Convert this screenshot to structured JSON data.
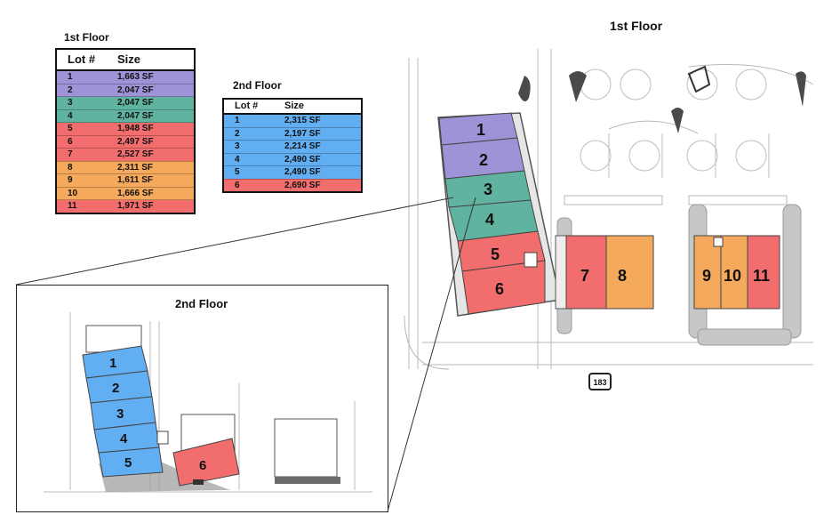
{
  "first_floor": {
    "table_heading": "1st Floor",
    "plan_heading": "1st Floor",
    "col_lot": "Lot #",
    "col_size": "Size",
    "rows": [
      {
        "lot": "1",
        "size": "1,663 SF",
        "color": "#9f93d8"
      },
      {
        "lot": "2",
        "size": "2,047 SF",
        "color": "#9f93d8"
      },
      {
        "lot": "3",
        "size": "2,047 SF",
        "color": "#5fb39f"
      },
      {
        "lot": "4",
        "size": "2,047 SF",
        "color": "#5fb39f"
      },
      {
        "lot": "5",
        "size": "1,948 SF",
        "color": "#f26d6d"
      },
      {
        "lot": "6",
        "size": "2,497 SF",
        "color": "#f26d6d"
      },
      {
        "lot": "7",
        "size": "2,527 SF",
        "color": "#f26d6d"
      },
      {
        "lot": "8",
        "size": "2,311 SF",
        "color": "#f5a95c"
      },
      {
        "lot": "9",
        "size": "1,611 SF",
        "color": "#f5a95c"
      },
      {
        "lot": "10",
        "size": "1,666 SF",
        "color": "#f5a95c"
      },
      {
        "lot": "11",
        "size": "1,971 SF",
        "color": "#f26d6d"
      }
    ],
    "units": [
      {
        "label": "1",
        "color": "#9f93d8"
      },
      {
        "label": "2",
        "color": "#9f93d8"
      },
      {
        "label": "3",
        "color": "#5fb39f"
      },
      {
        "label": "4",
        "color": "#5fb39f"
      },
      {
        "label": "5",
        "color": "#f26d6d"
      },
      {
        "label": "6",
        "color": "#f26d6d"
      },
      {
        "label": "7",
        "color": "#f26d6d"
      },
      {
        "label": "8",
        "color": "#f5a95c"
      },
      {
        "label": "9",
        "color": "#f5a95c"
      },
      {
        "label": "10",
        "color": "#f5a95c"
      },
      {
        "label": "11",
        "color": "#f26d6d"
      }
    ],
    "highway_sign": "183"
  },
  "second_floor": {
    "table_heading": "2nd Floor",
    "plan_heading": "2nd Floor",
    "col_lot": "Lot #",
    "col_size": "Size",
    "rows": [
      {
        "lot": "1",
        "size": "2,315 SF",
        "color": "#62aef2"
      },
      {
        "lot": "2",
        "size": "2,197 SF",
        "color": "#62aef2"
      },
      {
        "lot": "3",
        "size": "2,214 SF",
        "color": "#62aef2"
      },
      {
        "lot": "4",
        "size": "2,490 SF",
        "color": "#62aef2"
      },
      {
        "lot": "5",
        "size": "2,490 SF",
        "color": "#62aef2"
      },
      {
        "lot": "6",
        "size": "2,690 SF",
        "color": "#f26d6d"
      }
    ],
    "units": [
      {
        "label": "1",
        "color": "#62aef2"
      },
      {
        "label": "2",
        "color": "#62aef2"
      },
      {
        "label": "3",
        "color": "#62aef2"
      },
      {
        "label": "4",
        "color": "#62aef2"
      },
      {
        "label": "5",
        "color": "#62aef2"
      },
      {
        "label": "6",
        "color": "#f26d6d"
      }
    ]
  }
}
